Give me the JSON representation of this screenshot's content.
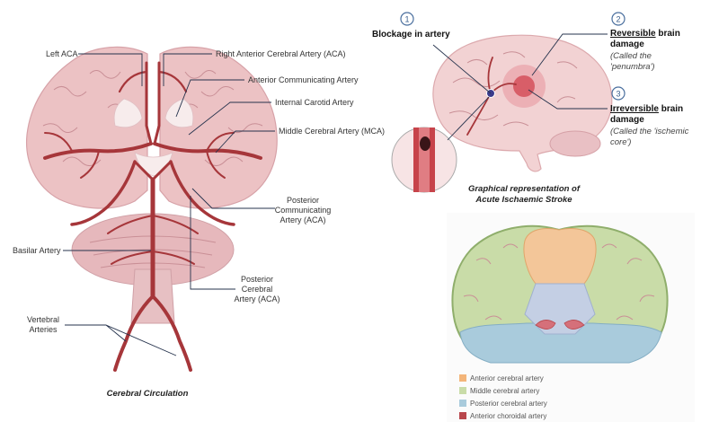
{
  "cerebral": {
    "labels": {
      "left_aca": "Left ACA",
      "right_aca": "Right Anterior Cerebral Artery (ACA)",
      "acom": "Anterior Communicating Artery",
      "ica": "Internal Carotid Artery",
      "mca": "Middle Cerebral Artery (MCA)",
      "pcom_1": "Posterior",
      "pcom_2": "Communicating",
      "pcom_3": "Artery (ACA)",
      "basilar": "Basilar Artery",
      "pca_1": "Posterior",
      "pca_2": "Cerebral",
      "pca_3": "Artery (ACA)",
      "vert_1": "Vertebral",
      "vert_2": "Arteries"
    },
    "caption": "Cerebral Circulation"
  },
  "stroke": {
    "markers": [
      {
        "num": "1",
        "title": "Blockage in artery"
      },
      {
        "num": "2",
        "title_u": "Reversible",
        "title_rest": " brain",
        "line2": "damage",
        "note_1": "(Called the",
        "note_2": "'penumbra')"
      },
      {
        "num": "3",
        "title_u": "Irreversible",
        "title_rest": " brain",
        "line2": "damage",
        "note_1": "(Called the 'ischemic",
        "note_2": "core')"
      }
    ],
    "caption_1": "Graphical representation of",
    "caption_2": "Acute Ischaemic Stroke"
  },
  "territories": {
    "legend": [
      {
        "label": "Anterior cerebral artery",
        "color": "#f3b57a"
      },
      {
        "label": "Middle cerebral artery",
        "color": "#c9dca8"
      },
      {
        "label": "Posterior cerebral artery",
        "color": "#a9cbdc"
      },
      {
        "label": "Anterior choroidal artery",
        "color": "#b8464c"
      }
    ]
  }
}
